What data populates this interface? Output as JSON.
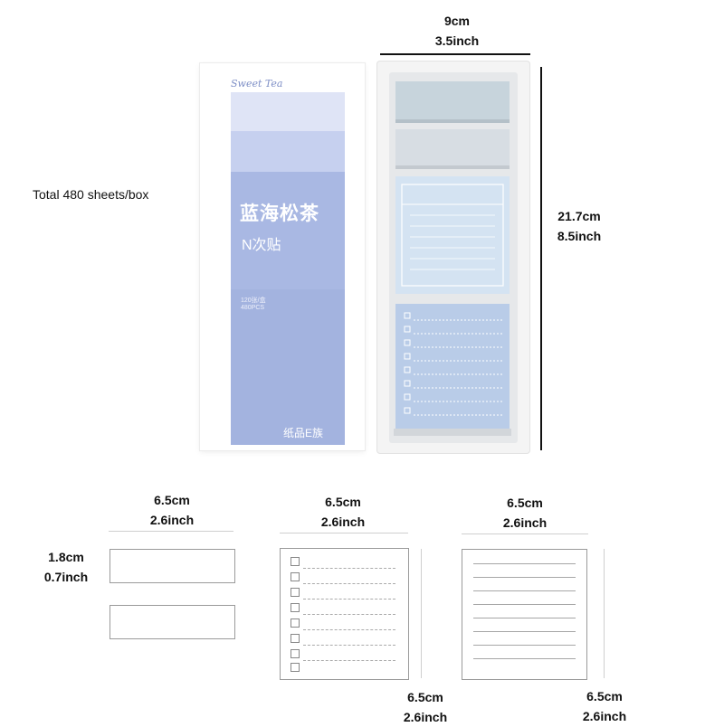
{
  "top_width": {
    "cm": "9cm",
    "inch": "3.5inch"
  },
  "total_text": "Total 480 sheets/box",
  "height_label": {
    "cm": "21.7cm",
    "inch": "8.5inch"
  },
  "package": {
    "brand": "Sweet Tea",
    "title_cn": "蓝海松茶",
    "subtitle_cn": "N次贴",
    "info_line1": "120张/盒",
    "info_line2": "480PCS",
    "brand_cn": "纸品E族"
  },
  "sheets": {
    "flag_width": {
      "cm": "6.5cm",
      "inch": "2.6inch"
    },
    "flag_height": {
      "cm": "1.8cm",
      "inch": "0.7inch"
    },
    "todo_width": {
      "cm": "6.5cm",
      "inch": "2.6inch"
    },
    "todo_height": {
      "cm": "6.5cm",
      "inch": "2.6inch"
    },
    "lined_width": {
      "cm": "6.5cm",
      "inch": "2.6inch"
    },
    "lined_height": {
      "cm": "6.5cm",
      "inch": "2.6inch"
    }
  },
  "colors": {
    "band_light": "#dfe4f6",
    "band_mid": "#c6d0ef",
    "band_main": "#a9b8e3",
    "band_deep": "#a3b3df",
    "accent_text": "#7e8fc6"
  }
}
